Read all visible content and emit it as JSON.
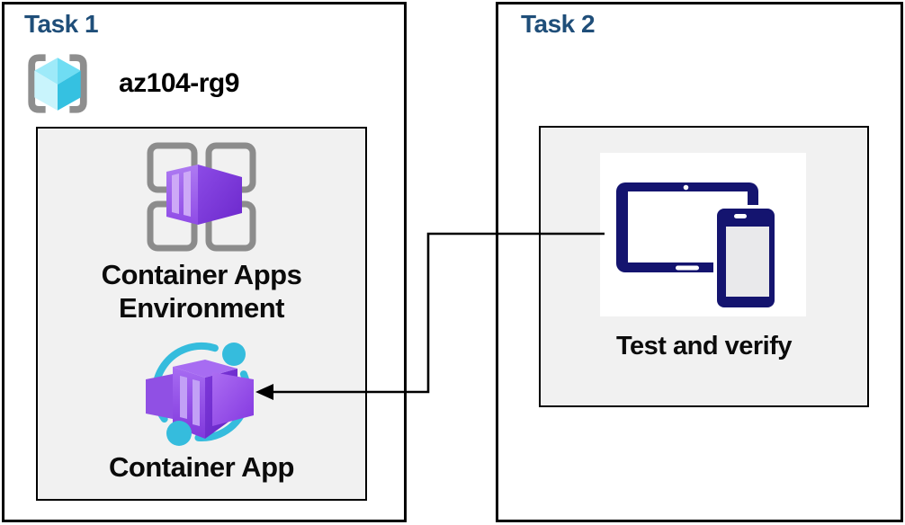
{
  "diagram": {
    "task1": {
      "title": "Task 1",
      "resource_group": {
        "name": "az104-rg9",
        "icon": "resource-group-icon"
      },
      "nodes": [
        {
          "label_line1": "Container Apps",
          "label_line2": "Environment",
          "icon": "container-apps-environment-icon"
        },
        {
          "label": "Container App",
          "icon": "container-app-icon"
        }
      ]
    },
    "task2": {
      "title": "Task 2",
      "nodes": [
        {
          "label": "Test and verify",
          "icon": "devices-icon"
        }
      ]
    },
    "connector": {
      "from": "test-and-verify",
      "to": "container-app",
      "style": "elbow-line-with-left-arrowhead"
    },
    "colors": {
      "title_blue": "#1F4E79",
      "box_border": "#000000",
      "inner_box_fill": "#F1F1F1",
      "panel_white": "#FFFFFF",
      "device_navy": "#14146F",
      "cyan_accent": "#35BCDD",
      "cube_cyan_light": "#9EEAF9",
      "cube_cyan_dark": "#2FBFE0",
      "purple_light": "#A76CF2",
      "purple_dark": "#7430CF",
      "bracket_gray": "#8E8E8E"
    }
  }
}
